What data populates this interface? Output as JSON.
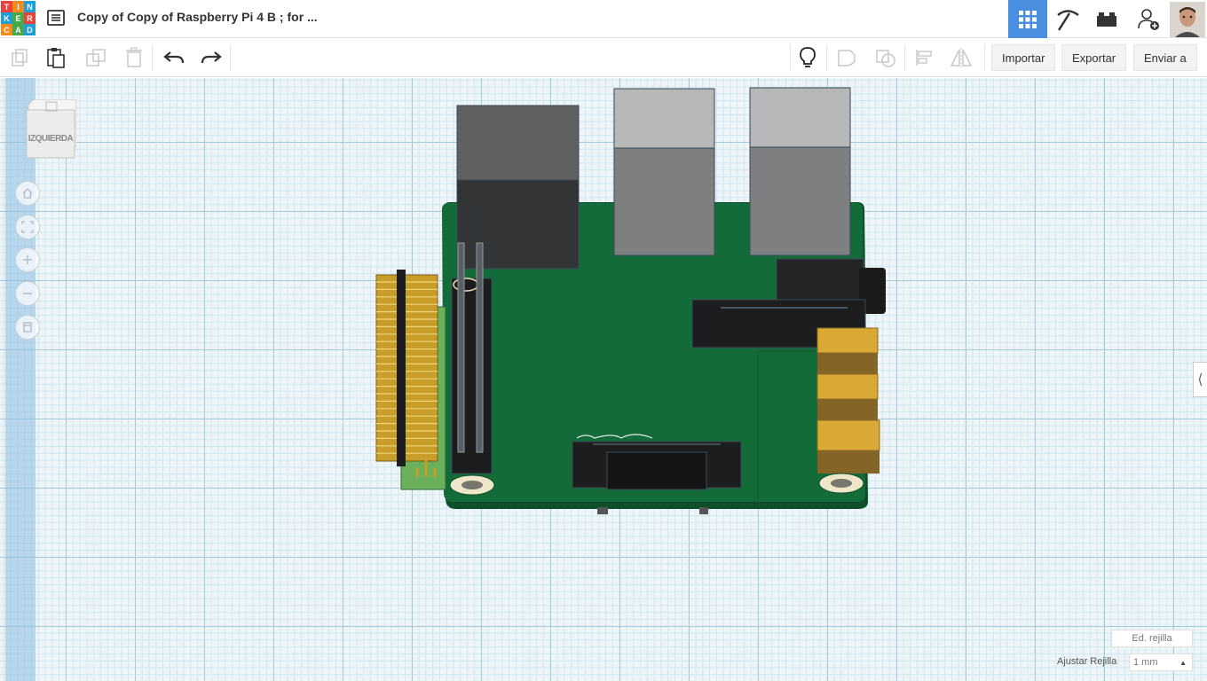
{
  "logo": {
    "letters": [
      "T",
      "I",
      "N",
      "K",
      "E",
      "R",
      "C",
      "A",
      "D"
    ]
  },
  "header": {
    "title": "Copy of Copy of Raspberry Pi 4 B ; for ..."
  },
  "toolbar": {
    "import_label": "Importar",
    "export_label": "Exportar",
    "send_label": "Enviar a"
  },
  "viewcube": {
    "face_label": "IZQUIERDA"
  },
  "grid": {
    "edit_label": "Ed. rejilla",
    "snap_label": "Ajustar Rejilla",
    "snap_value": "1 mm"
  },
  "colors": {
    "accent": "#4a8fdf",
    "board": "#146b3a",
    "gold": "#d9a835",
    "grid": "#a9cbd8"
  },
  "icons": [
    "menu-icon",
    "workplane-grid-icon",
    "pickaxe-icon",
    "bricks-icon",
    "add-user-icon",
    "copy-icon",
    "paste-icon",
    "duplicate-icon",
    "delete-icon",
    "undo-icon",
    "redo-icon",
    "lightbulb-icon",
    "group-icon",
    "ungroup-icon",
    "align-icon",
    "mirror-icon",
    "home-icon",
    "fit-icon",
    "zoom-in-icon",
    "zoom-out-icon",
    "perspective-icon"
  ]
}
